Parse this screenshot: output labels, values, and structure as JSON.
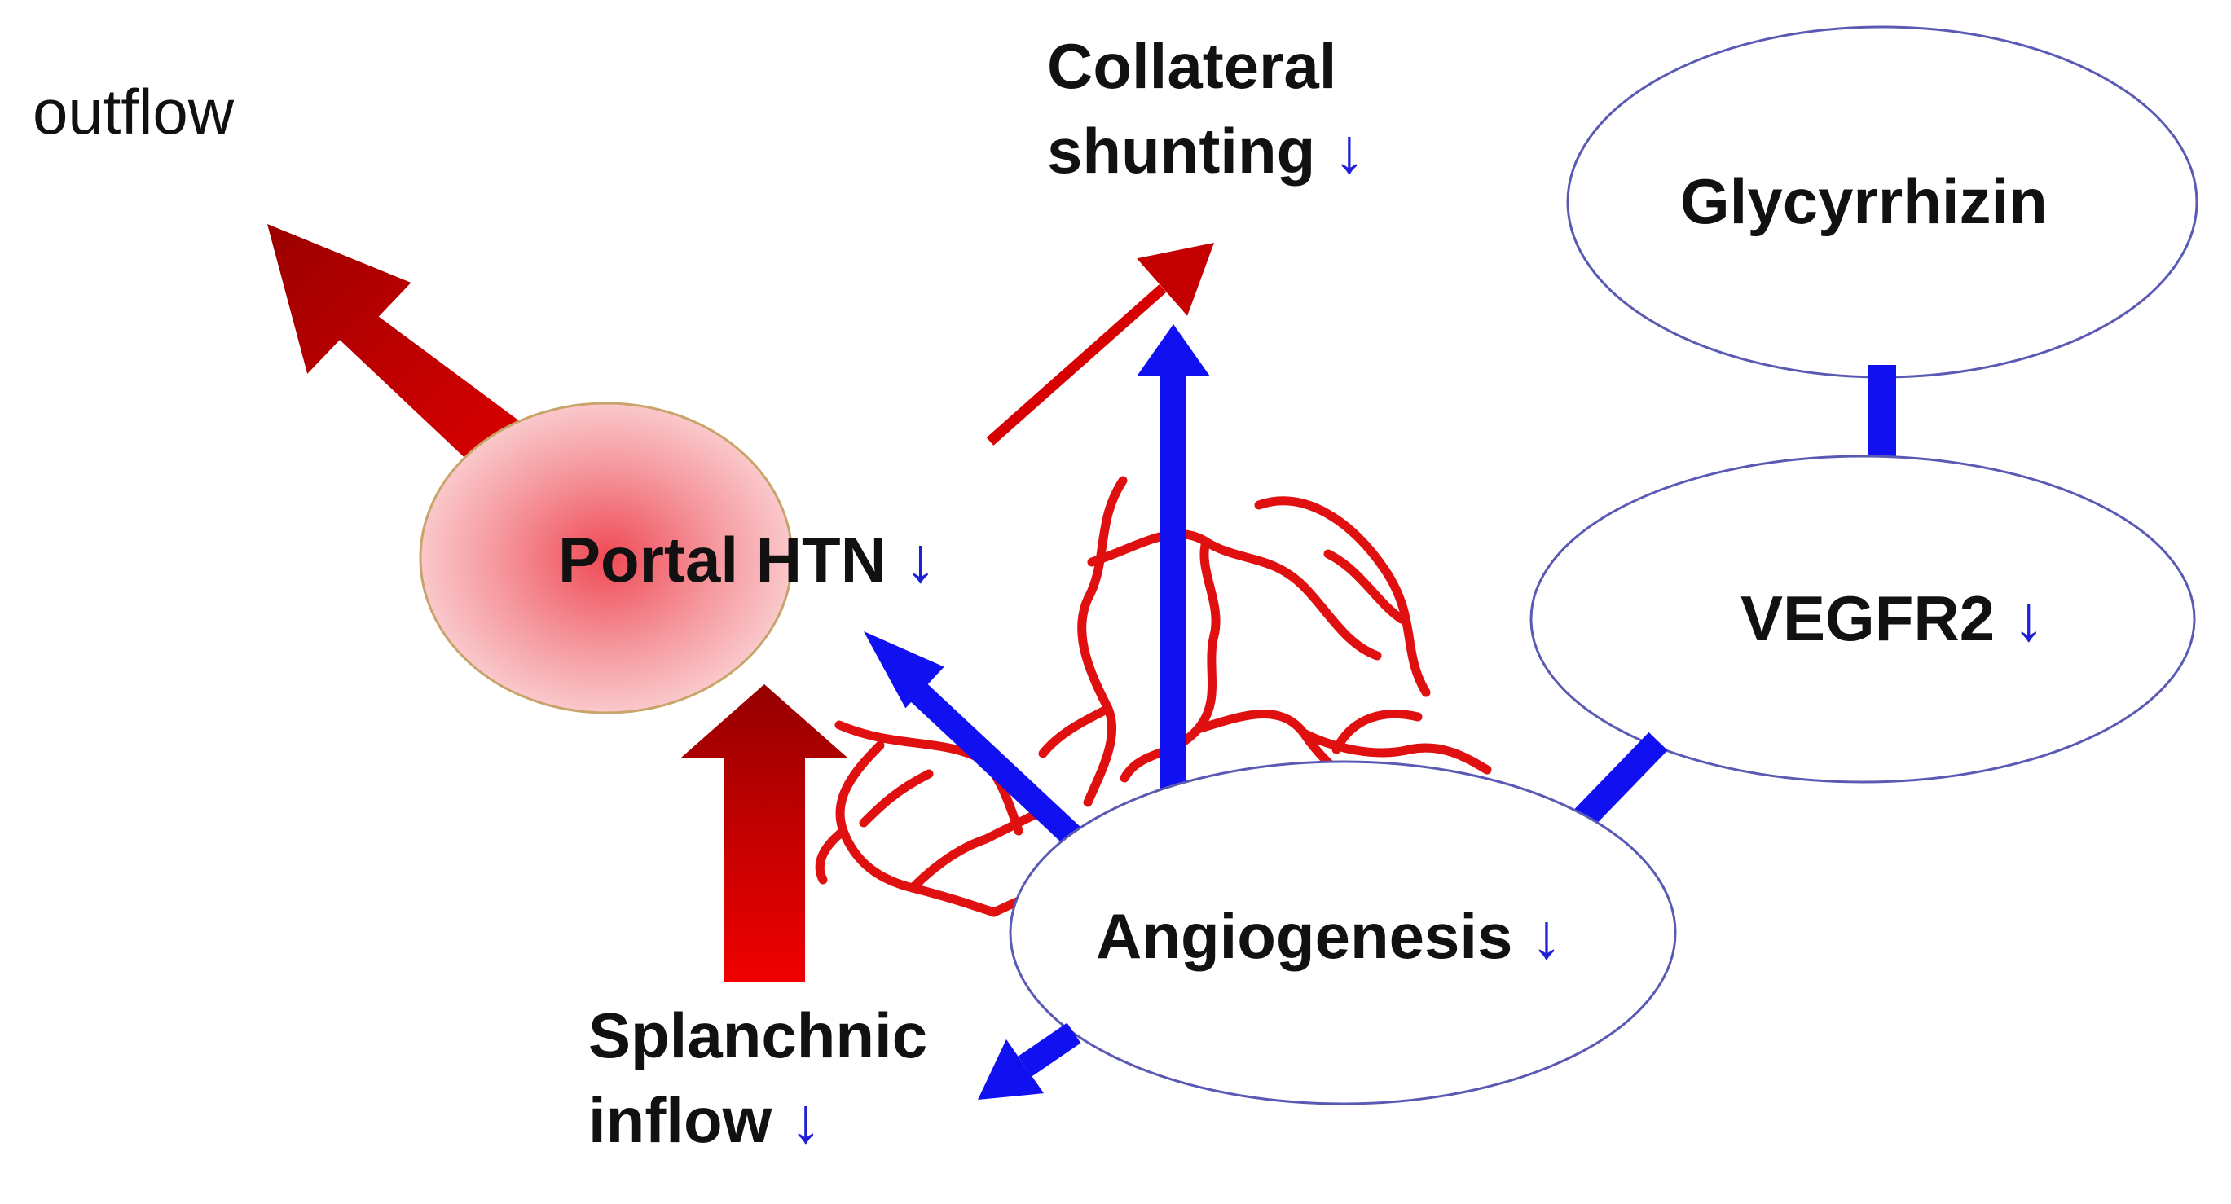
{
  "nodes": {
    "outflow": {
      "label": "outflow"
    },
    "collateral": {
      "line1": "Collateral",
      "line2": "shunting",
      "indicator": "↓"
    },
    "glycyrrhizin": {
      "label": "Glycyrrhizin"
    },
    "portal": {
      "label": "Portal HTN",
      "indicator": "↓"
    },
    "vegfr2": {
      "label": "VEGFR2",
      "indicator": "↓"
    },
    "angiogenesis": {
      "label": "Angiogenesis",
      "indicator": "↓"
    },
    "splanchnic": {
      "line1": "Splanchnic",
      "line2": "inflow",
      "indicator": "↓"
    }
  },
  "colors": {
    "inhibition_arrow": "#1010f0",
    "pressure_arrow": "#cc0000",
    "vessels": "#e01010",
    "ellipse_outline": "#5a5ab4",
    "decrease_indicator": "#1f1fd6"
  }
}
